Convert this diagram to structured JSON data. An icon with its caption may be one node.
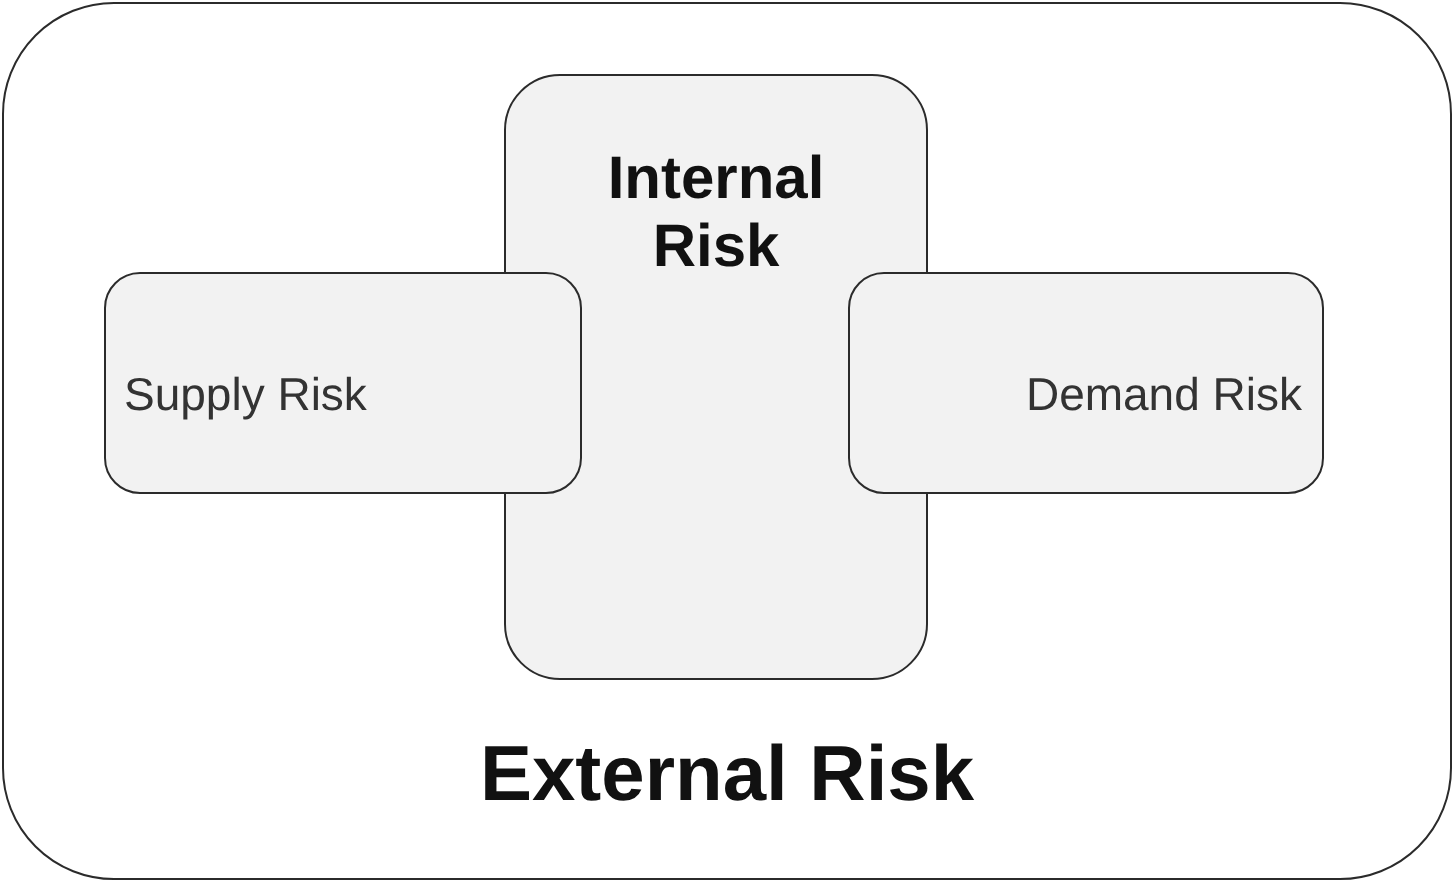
{
  "diagram": {
    "nodes": [
      {
        "text": [
          "External Risk"
        ]
      },
      {
        "text": [
          "Internal Risk"
        ],
        "in": 0
      },
      {
        "text": [
          "Supply Risk"
        ],
        "in": 0
      },
      {
        "text": [
          "Demand Risk"
        ],
        "in": 0
      }
    ]
  }
}
